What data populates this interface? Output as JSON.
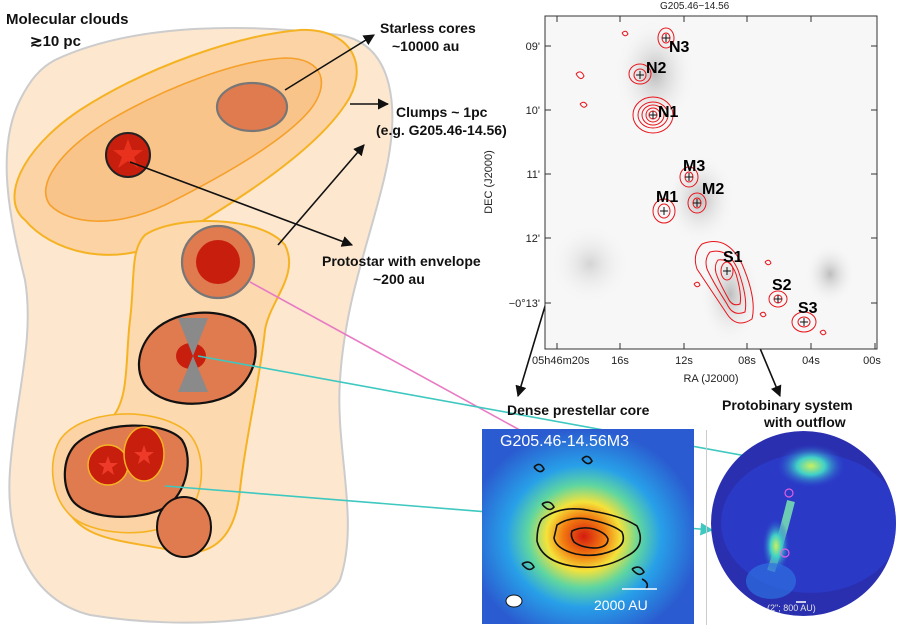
{
  "left": {
    "molecular_clouds_title": "Molecular clouds",
    "molecular_clouds_size": "≳10 pc",
    "starless_title": "Starless cores",
    "starless_size": "~10000 au",
    "clumps_title": "Clumps ~ 1pc",
    "clumps_example": "(e.g. G205.46-14.56)",
    "protostar_title": "Protostar with envelope",
    "protostar_size": "~200 au"
  },
  "map": {
    "title": "G205.46−14.56",
    "xlabel": "RA (J2000)",
    "ylabel": "DEC (J2000)",
    "x_ticks": [
      "05h46m20s",
      "16s",
      "12s",
      "08s",
      "04s",
      "00s"
    ],
    "y_ticks": [
      "09'",
      "10'",
      "11'",
      "12'",
      "−0°13'"
    ],
    "sources": [
      "N3",
      "N2",
      "N1",
      "M3",
      "M2",
      "M1",
      "S1",
      "S2",
      "S3"
    ]
  },
  "bottom": {
    "dense_core_title": "Dense prestellar core",
    "dense_core_panel_label": "G205.46-14.56M3",
    "dense_core_scale": "2000 AU",
    "binary_title": "Protobinary system",
    "binary_subtitle": "with outflow",
    "binary_scale": "(2\"; 800 AU)"
  },
  "colors": {
    "cloud_fill": "#fde7cf",
    "cloud_edge": "#cccccc",
    "clump_fill": "#fbd3a5",
    "clump_edge": "#f5b324",
    "core_fill": "#e07a4f",
    "protostar_fill": "#c81e0e",
    "arrow_pink": "#e87ac4",
    "arrow_cyan": "#3ec8c0",
    "contour_red": "#e8141b"
  }
}
